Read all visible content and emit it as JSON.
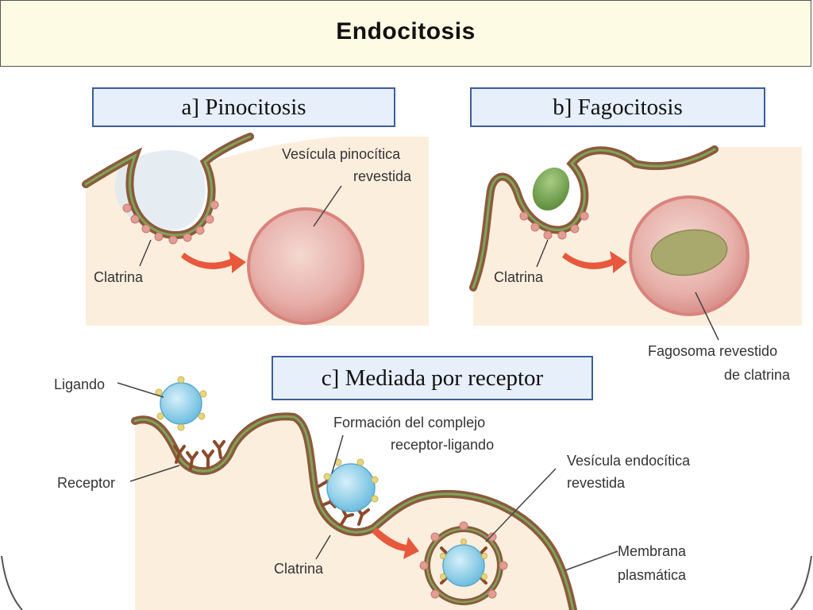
{
  "title": "Endocitosis",
  "panels": {
    "pinocitosis": {
      "heading": "a]  Pinocitosis",
      "labels": {
        "vesicle_line1": "Vesícula pinocítica",
        "vesicle_line2": "revestida",
        "clathrin": "Clatrina"
      }
    },
    "fagocitosis": {
      "heading": "b]  Fagocitosis",
      "labels": {
        "clathrin": "Clatrina",
        "phagosome_line1": "Fagosoma revestido",
        "phagosome_line2": "de clatrina"
      }
    },
    "receptor": {
      "heading": "c]  Mediada  por receptor",
      "labels": {
        "ligand": "Ligando",
        "receptor": "Receptor",
        "complex_line1": "Formación del complejo",
        "complex_line2": "receptor-ligando",
        "vesicle_line1": "Vesícula endocítica",
        "vesicle_line2": "revestida",
        "clathrin": "Clatrina",
        "membrane_line1": "Membrana",
        "membrane_line2": "plasmática"
      }
    }
  },
  "colors": {
    "title_bg": "#fdfbe3",
    "box_fill": "#e6effa",
    "box_border": "#3a5f9a",
    "membrane": "#8b5a3c",
    "membrane_core": "#7fa35a",
    "cytoplasm": "#fbeedd",
    "vesicle": "#e9b1ad",
    "ligand": "#8fd0ea",
    "arrow": "#e8583c",
    "particle": "#7ea85a"
  }
}
